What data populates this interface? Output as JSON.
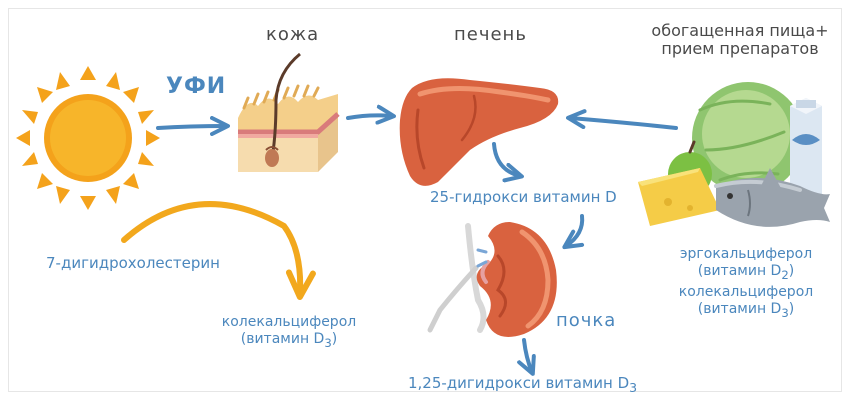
{
  "labels": {
    "uv": "УФИ",
    "skin": "кожа",
    "liver": "печень",
    "food_line1": "обогащенная пища+",
    "food_line2": "прием препаратов",
    "hydroxy_d": "25-гидрокси витамин D",
    "dehydrocholesterol": "7-дигидрохолестерин",
    "cholecalciferol_left": "колекальциферол",
    "vitamin_d3_left": "(витамин D",
    "sub3": "3",
    "sub2": "2",
    "close": ")",
    "kidney": "почка",
    "dihydroxy_d3": "1,25-дигидрокси витамин D",
    "ergocalciferol": "эргокальциферол",
    "vitamin_d2": "(витамин D",
    "cholecalciferol_right": "колекальциферол",
    "vitamin_d3_right": "(витамин D"
  },
  "colors": {
    "arrow_blue": "#4b87bd",
    "arrow_orange": "#f2a81d",
    "sun": "#f4a21b",
    "liver": "#d9623f",
    "kidney": "#d9623f",
    "skin": "#f3d9a4"
  },
  "icons": [
    "sun-icon",
    "skin-icon",
    "liver-icon",
    "kidney-icon",
    "food-icon"
  ]
}
